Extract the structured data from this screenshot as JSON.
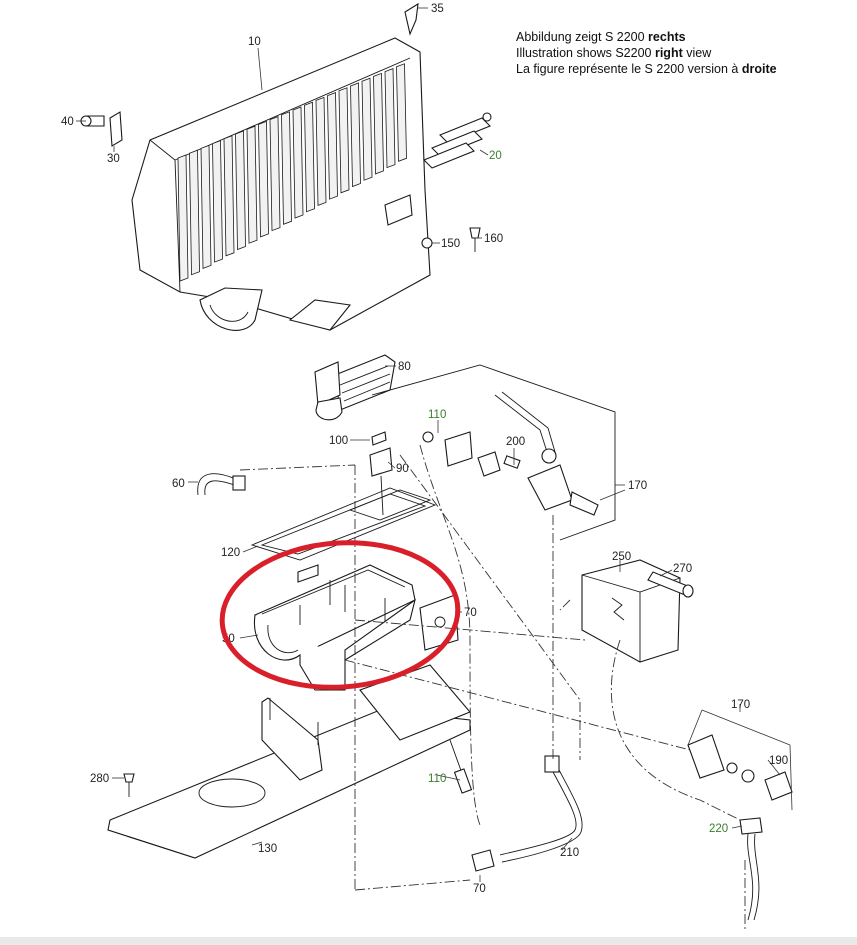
{
  "caption": {
    "line1": {
      "text": "Abbildung zeigt S 2200 ",
      "bold": "rechts"
    },
    "line2": {
      "text": "Illustration shows S2200 ",
      "bold": "right",
      "suffix": " view"
    },
    "line3": {
      "text": "La figure représente le S 2200 version à ",
      "bold": "droite"
    }
  },
  "parts": {
    "p10": "10",
    "p20": "20",
    "p30": "30",
    "p35": "35",
    "p40": "40",
    "p50": "50",
    "p60": "60",
    "p70": "70",
    "p70b": "70",
    "p80": "80",
    "p90": "90",
    "p100": "100",
    "p110a": "110",
    "p110b": "110",
    "p120": "120",
    "p130": "130",
    "p150": "150",
    "p160": "160",
    "p170a": "170",
    "p170b": "170",
    "p190": "190",
    "p200": "200",
    "p210": "210",
    "p220": "220",
    "p250": "250",
    "p270": "270",
    "p280": "280"
  },
  "colors": {
    "highlight": "#d9202a",
    "green_label": "#3a7d2c"
  }
}
